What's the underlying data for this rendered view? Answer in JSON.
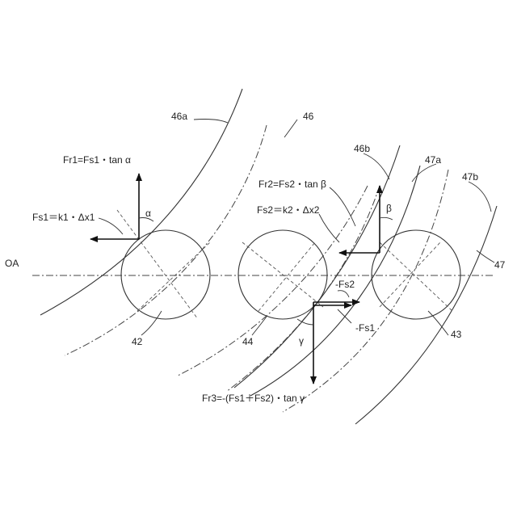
{
  "labels": {
    "oa": "OA",
    "l46a": "46a",
    "l46": "46",
    "l46b": "46b",
    "l47a": "47a",
    "l47b": "47b",
    "l47": "47",
    "l42": "42",
    "l44": "44",
    "l43": "43",
    "fr1": "Fr1=Fs1・tan α",
    "fs1": "Fs1＝k1・Δx1",
    "alpha": "α",
    "fr2": "Fr2=Fs2・tan β",
    "fs2": "Fs2＝k2・Δx2",
    "beta": "β",
    "neg_fs2": "-Fs2",
    "neg_fs1": "-Fs1",
    "gamma": "γ",
    "fr3": "Fr3=-(Fs1＋Fs2)・tan γ"
  }
}
